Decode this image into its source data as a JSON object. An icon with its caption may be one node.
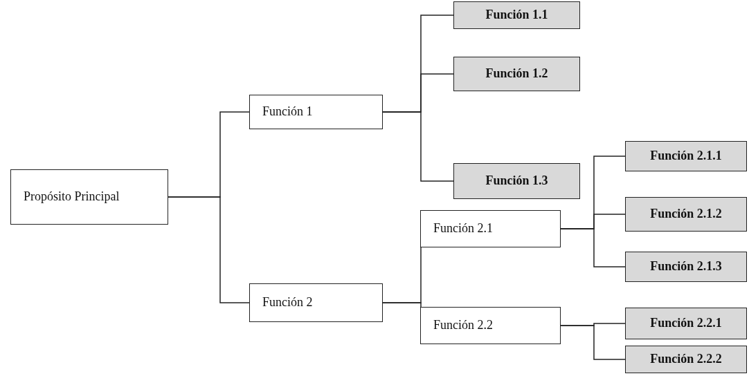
{
  "diagram": {
    "nodes": [
      {
        "text": [
          "Propósito Principal"
        ]
      },
      {
        "text": [
          "Función 1"
        ]
      },
      {
        "text": [
          "Función 2"
        ]
      },
      {
        "text": [
          "Función 1.1"
        ]
      },
      {
        "text": [
          "Función 1.2"
        ]
      },
      {
        "text": [
          "Función 1.3"
        ]
      },
      {
        "text": [
          "Función 2.1"
        ]
      },
      {
        "text": [
          "Función 2.2"
        ]
      },
      {
        "text": [
          "Función 2.1.1"
        ]
      },
      {
        "text": [
          "Función 2.1.2"
        ]
      },
      {
        "text": [
          "Función 2.1.3"
        ]
      },
      {
        "text": [
          "Función 2.2.1"
        ]
      },
      {
        "text": [
          "Función 2.2.2"
        ]
      }
    ],
    "edges": [
      {
        "from": 0,
        "to": 1,
        "arrow": "none"
      },
      {
        "from": 0,
        "to": 2,
        "arrow": "none"
      },
      {
        "from": 1,
        "to": 3,
        "arrow": "none"
      },
      {
        "from": 1,
        "to": 4,
        "arrow": "none"
      },
      {
        "from": 1,
        "to": 5,
        "arrow": "none"
      },
      {
        "from": 2,
        "to": 6,
        "arrow": "none"
      },
      {
        "from": 2,
        "to": 7,
        "arrow": "none"
      },
      {
        "from": 6,
        "to": 8,
        "arrow": "none"
      },
      {
        "from": 6,
        "to": 9,
        "arrow": "none"
      },
      {
        "from": 6,
        "to": 10,
        "arrow": "none"
      },
      {
        "from": 7,
        "to": 11,
        "arrow": "none"
      },
      {
        "from": 7,
        "to": 12,
        "arrow": "none"
      }
    ]
  }
}
